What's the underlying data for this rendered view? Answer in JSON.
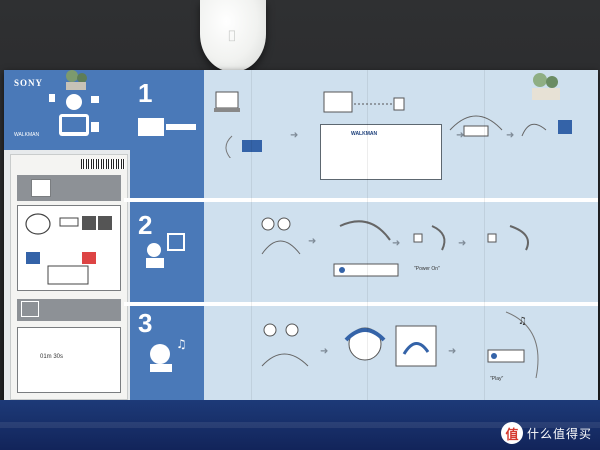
{
  "poster": {
    "brand": "SONY",
    "sub_brand": "WALKMAN",
    "steps": [
      "1",
      "2",
      "3"
    ],
    "window_title": "WALKMAN",
    "power_caption": "\"Power On\"",
    "play_caption": "\"Play\"",
    "sheet_timer": "01m 30s"
  },
  "watermark": {
    "badge": "值",
    "text": "什么值得买"
  },
  "colors": {
    "poster_blue": "#4a79b8",
    "poster_light": "#cfe0ee",
    "desk": "#2a2b2d",
    "chair": "#12245a"
  },
  "icons": [
    "apple-logo-icon",
    "person-icon",
    "laptop-icon",
    "headphones-icon",
    "power-icon",
    "music-note-icon",
    "arrow-right-icon"
  ]
}
